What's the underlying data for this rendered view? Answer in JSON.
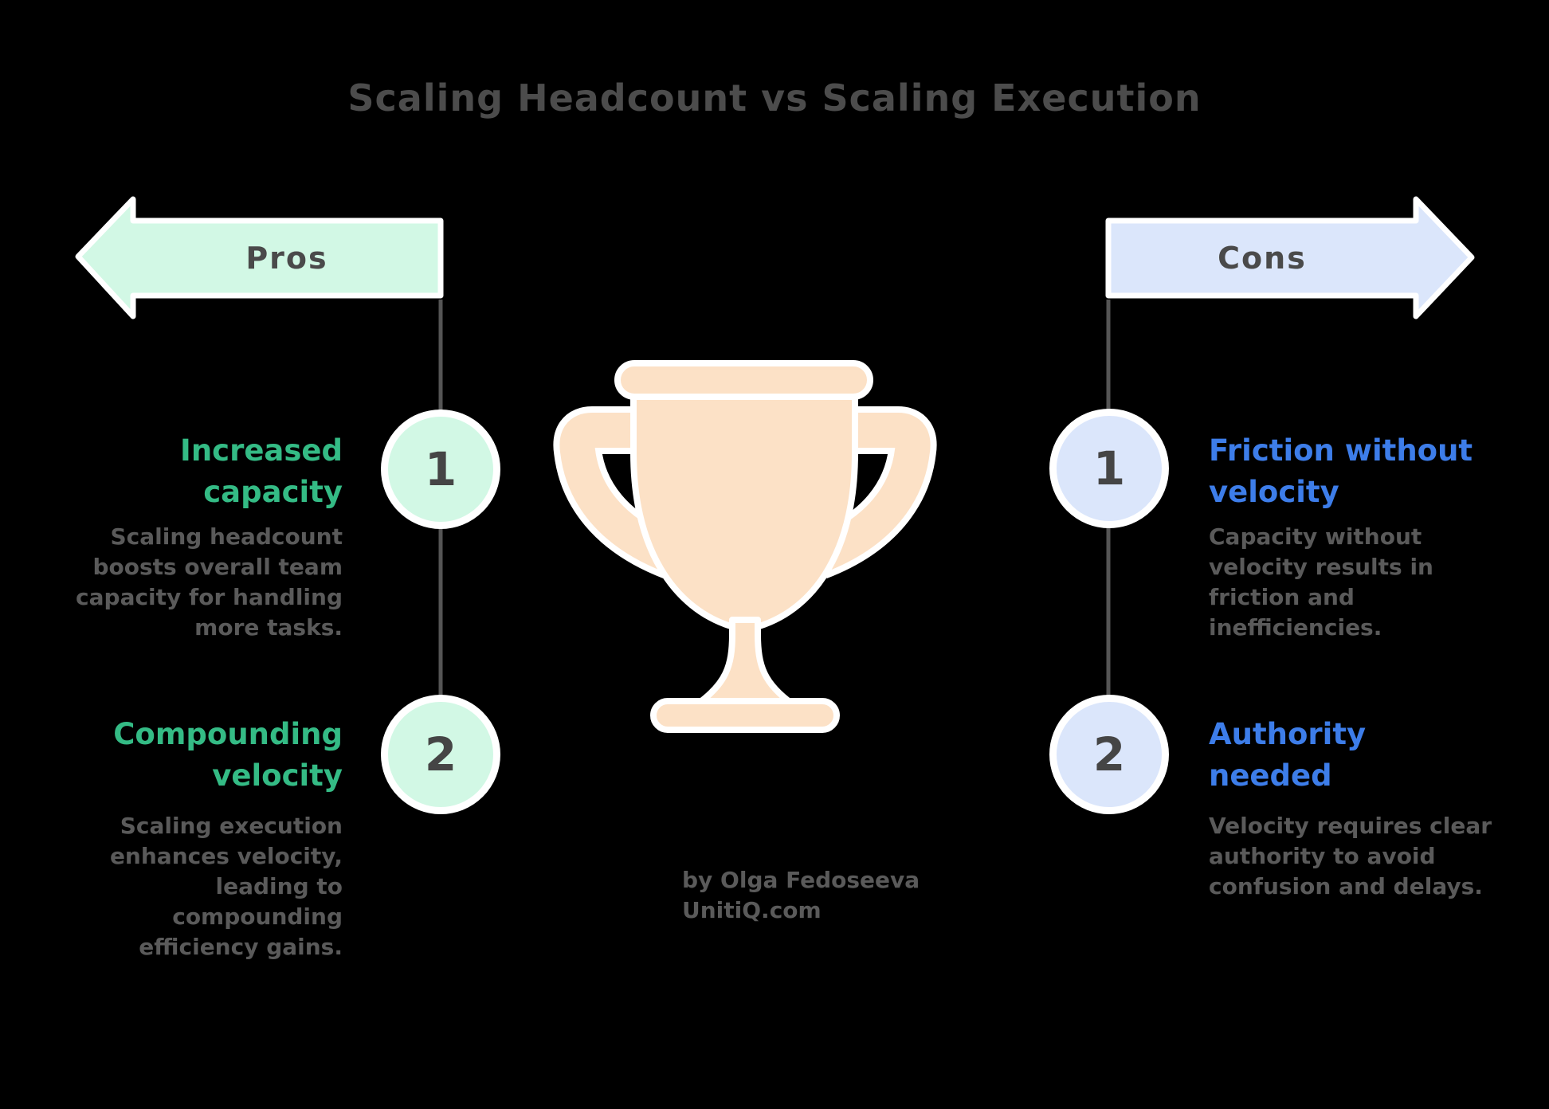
{
  "title": "Scaling Headcount vs Scaling Execution",
  "pros": {
    "label": "Pros",
    "items": [
      {
        "number": "1",
        "heading": "Increased\ncapacity",
        "body": "Scaling headcount\nboosts overall team\ncapacity for handling\nmore tasks."
      },
      {
        "number": "2",
        "heading": "Compounding\nvelocity",
        "body": "Scaling execution\nenhances velocity,\nleading to\ncompounding\nefficiency gains."
      }
    ]
  },
  "cons": {
    "label": "Cons",
    "items": [
      {
        "number": "1",
        "heading": "Friction without\nvelocity",
        "body": "Capacity without\nvelocity results in\nfriction and\ninefficiencies."
      },
      {
        "number": "2",
        "heading": "Authority\nneeded",
        "body": "Velocity requires clear\nauthority to avoid\nconfusion and delays."
      }
    ]
  },
  "center": {
    "icon": "trophy-icon",
    "attribution": "by Olga Fedoseeva\nUnitiQ.com"
  },
  "colors": {
    "background": "#000000",
    "mint": "#d2f8e5",
    "pastel_blue": "#dbe6fb",
    "green_heading": "#34bb85",
    "blue_heading": "#3d7de9",
    "body_text": "#5a5a5a",
    "title_text": "#4c4c4c",
    "number_text": "#454545",
    "connector_line": "#555555",
    "trophy_fill": "#fce1c6",
    "outline": "#ffffff"
  }
}
